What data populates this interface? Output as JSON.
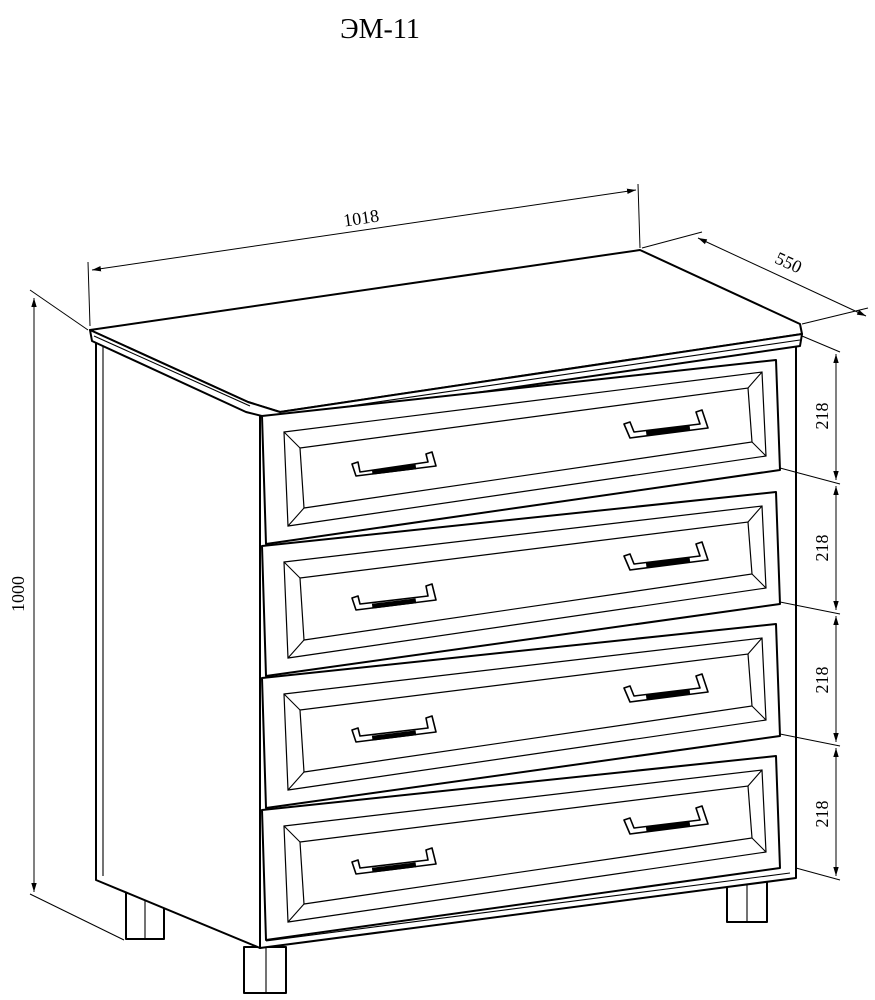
{
  "model": "ЭМ-11",
  "dimensions": {
    "width": "1018",
    "depth": "550",
    "height": "1000",
    "drawer_heights": [
      "218",
      "218",
      "218",
      "218"
    ]
  }
}
